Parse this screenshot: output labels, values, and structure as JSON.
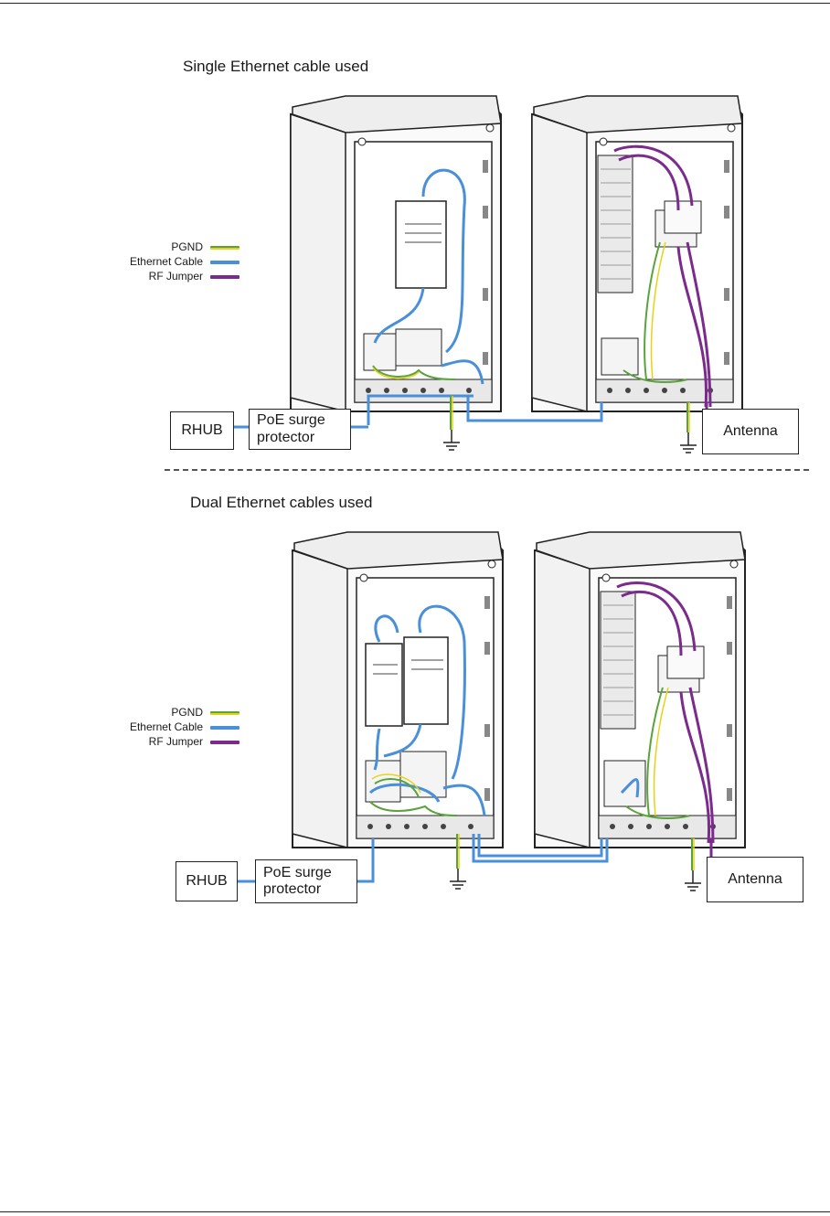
{
  "sections": [
    {
      "heading": "Single Ethernet cable used",
      "legend": {
        "pgnd": "PGND",
        "ethernet": "Ethernet Cable",
        "rf": "RF Jumper"
      },
      "labels": {
        "rhub": "RHUB",
        "poe_line1": "PoE surge",
        "poe_line2": "protector",
        "antenna": "Antenna"
      }
    },
    {
      "heading": "Dual Ethernet cables used",
      "legend": {
        "pgnd": "PGND",
        "ethernet": "Ethernet Cable",
        "rf": "RF Jumper"
      },
      "labels": {
        "rhub": "RHUB",
        "poe_line1": "PoE surge",
        "poe_line2": "protector",
        "antenna": "Antenna"
      }
    }
  ],
  "colors": {
    "ethernet": "#4a90d9",
    "pgnd_green": "#5aa33c",
    "pgnd_yellow": "#e6d318",
    "rf": "#7a2b8b"
  }
}
